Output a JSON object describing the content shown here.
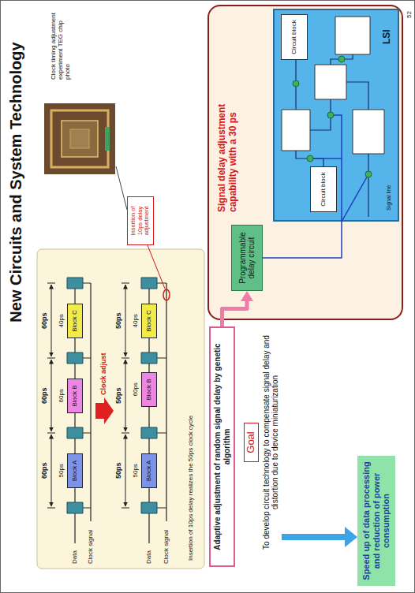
{
  "diagram": {
    "title": "New Circuits and System Technology",
    "nodes": [
      {
        "text": [
          "Block A"
        ]
      },
      {
        "text": [
          "Block B"
        ]
      },
      {
        "text": [
          "Block C"
        ]
      },
      {
        "text": [
          "Block A"
        ]
      },
      {
        "text": [
          "Block B"
        ]
      },
      {
        "text": [
          "Block C"
        ]
      },
      {
        "text": [
          "Insertion of 10ps delay adjustment"
        ]
      },
      {
        "text": [
          "Signal delay adjustment capability with a 30 ps"
        ]
      },
      {
        "text": [
          "LSI"
        ],
        "in": 7
      },
      {
        "text": [
          "Circuit block"
        ],
        "in": 8
      },
      {
        "text": [
          "Circuit block"
        ],
        "in": 8
      },
      {
        "text": [
          "Programmable delay circuit"
        ],
        "in": 7
      },
      {
        "text": [
          "Adaptive adjustment of random signal delay by genetic algorithm"
        ]
      },
      {
        "text": [
          "Goal",
          "To develop circuit technology to compensate signal delay and distortion due to device miniaturization"
        ]
      },
      {
        "text": [
          "Speed up of data processing and reduction of power consumption"
        ]
      }
    ],
    "edges": [
      {
        "from": 12,
        "to": 11,
        "arrow": "to"
      },
      {
        "from": 11,
        "to": 8,
        "arrow": "none"
      },
      {
        "from": 13,
        "to": 14,
        "arrow": "to"
      }
    ],
    "labels": [
      "52",
      "Clock timing adjustment experiment TEG chip photo",
      "60ps",
      "60ps",
      "60ps",
      "50ps",
      "60ps",
      "40ps",
      "Data",
      "Clock signal",
      "Clock adjust",
      "50ps",
      "50ps",
      "50ps",
      "50ps",
      "60ps",
      "40ps",
      "Data",
      "Clock signal",
      "Insertion of 10ps delay realizes the 50ps clock cycle",
      "Signal line"
    ]
  }
}
